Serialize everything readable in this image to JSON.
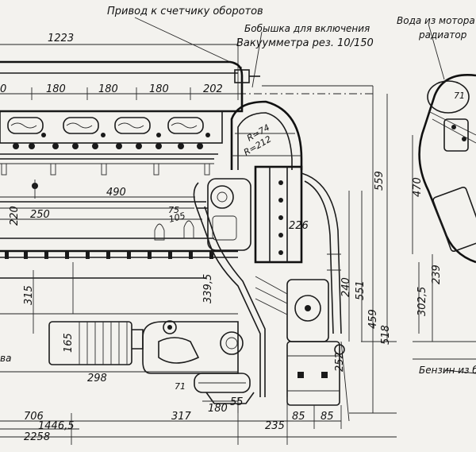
{
  "annotations": {
    "tach_drive": "Привод к счетчику оборотов",
    "boss_line1": "Бобышка для включения",
    "boss_line2": "Вакуумметра рез. 10/150",
    "water_line1": "Вода из мотора в",
    "water_line2": "радиатор",
    "fuel": "Бензин из ба",
    "left_edge": "ва"
  },
  "dimensions": {
    "d1223": "1223",
    "d180a": "180",
    "d180b": "180",
    "d180c": "180",
    "d202": "202",
    "d0": "0",
    "d490": "490",
    "d220": "220",
    "d250": "250",
    "d75": "75",
    "d105": "105",
    "d315": "315",
    "d3395": "339,5",
    "d226": "226",
    "d559": "559",
    "d240": "240",
    "d551": "551",
    "d459": "459",
    "d518": "518",
    "d252": "252",
    "d298": "298",
    "d71a": "71",
    "d180d": "180",
    "d55": "55",
    "d706": "706",
    "d14465": "1446,5",
    "d2258": "2258",
    "d317": "317",
    "d235": "235",
    "d85a": "85",
    "d85b": "85",
    "r74": "R=74",
    "r212": "R=212",
    "d165": "165",
    "d71b": "71",
    "d470": "470",
    "d239": "239",
    "d3025": "302,5"
  }
}
